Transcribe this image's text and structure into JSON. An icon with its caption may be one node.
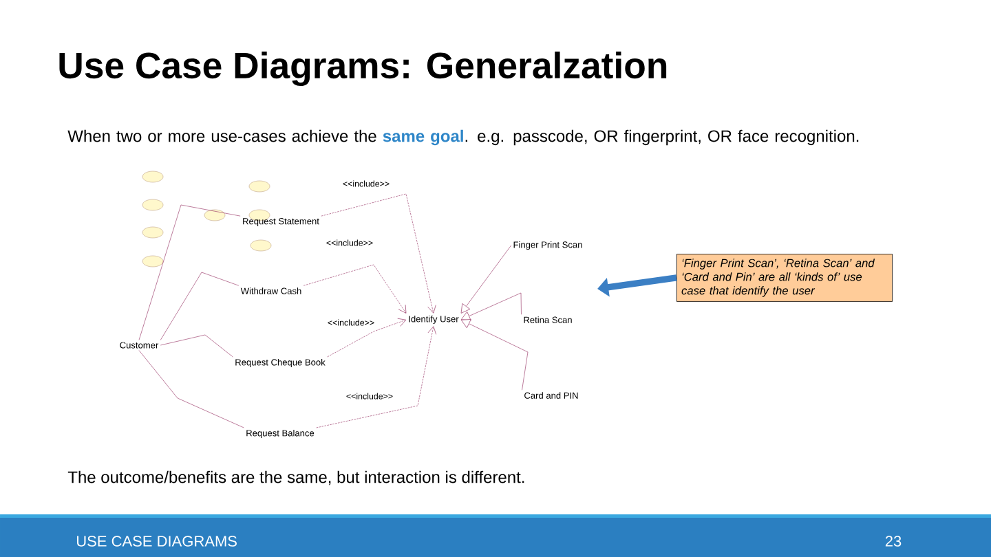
{
  "diagram": {
    "title": "Use Case Diagrams: Generalzation",
    "nodes": [
      {
        "text": [
          "Customer"
        ]
      },
      {
        "text": [
          "Request Statement"
        ]
      },
      {
        "text": [
          "Withdraw Cash"
        ]
      },
      {
        "text": [
          "Request Cheque Book"
        ]
      },
      {
        "text": [
          "Request Balance"
        ]
      },
      {
        "text": [
          "Identify User"
        ]
      },
      {
        "text": [
          "Finger Print Scan"
        ]
      },
      {
        "text": [
          "Retina Scan"
        ]
      },
      {
        "text": [
          "Card and PIN"
        ]
      },
      {
        "text": [
          "‘Finger Print Scan’, ‘Retina Scan’ and ‘Card and Pin’ are all ‘kinds of’ use case that identify the user"
        ]
      }
    ],
    "edges": [
      {
        "from": 0,
        "to": 1,
        "arrow": "none"
      },
      {
        "from": 0,
        "to": 2,
        "arrow": "none"
      },
      {
        "from": 0,
        "to": 3,
        "arrow": "none"
      },
      {
        "from": 0,
        "to": 4,
        "arrow": "none"
      },
      {
        "from": 1,
        "to": 5,
        "arrow": "to",
        "style": "dashed",
        "label": "<<include>>"
      },
      {
        "from": 2,
        "to": 5,
        "arrow": "to",
        "style": "dashed",
        "label": "<<include>>"
      },
      {
        "from": 3,
        "to": 5,
        "arrow": "to",
        "style": "dashed",
        "label": "<<include>>"
      },
      {
        "from": 4,
        "to": 5,
        "arrow": "to",
        "style": "dashed",
        "label": "<<include>>"
      },
      {
        "from": 6,
        "to": 5,
        "arrow": "to"
      },
      {
        "from": 7,
        "to": 5,
        "arrow": "to"
      },
      {
        "from": 8,
        "to": 5,
        "arrow": "to"
      },
      {
        "from": 9,
        "to": null,
        "arrow": "to",
        "style": "thick",
        "color": "#3b7fc4"
      }
    ],
    "labels": [
      "When two or more use-cases achieve the **same goal**.  e.g. passcode, OR fingerprint, OR face recognition.",
      "The outcome/benefits are the same, but interaction is different.",
      "USE CASE DIAGRAMS",
      "23"
    ]
  }
}
